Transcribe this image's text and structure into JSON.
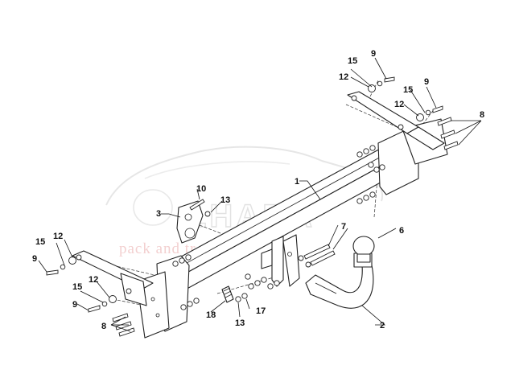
{
  "watermark": {
    "brand": "LHARA",
    "tagline": "pack and travel",
    "tagline_visible": "pack and tr"
  },
  "callouts": {
    "p1": "1",
    "p2": "2",
    "p3": "3",
    "p6": "6",
    "p7": "7",
    "p8_right": "8",
    "p8_left": "8",
    "p9_top": "9",
    "p9_right": "9",
    "p9_left_top": "9",
    "p9_left_bottom": "9",
    "p10": "10",
    "p12_top": "12",
    "p12_right": "12",
    "p12_left_top": "12",
    "p12_left_bottom": "12",
    "p13_upper": "13",
    "p13_lower": "13",
    "p15_top": "15",
    "p15_right": "15",
    "p15_left_top": "15",
    "p15_left_bottom": "15",
    "p17": "17",
    "p18": "18"
  }
}
